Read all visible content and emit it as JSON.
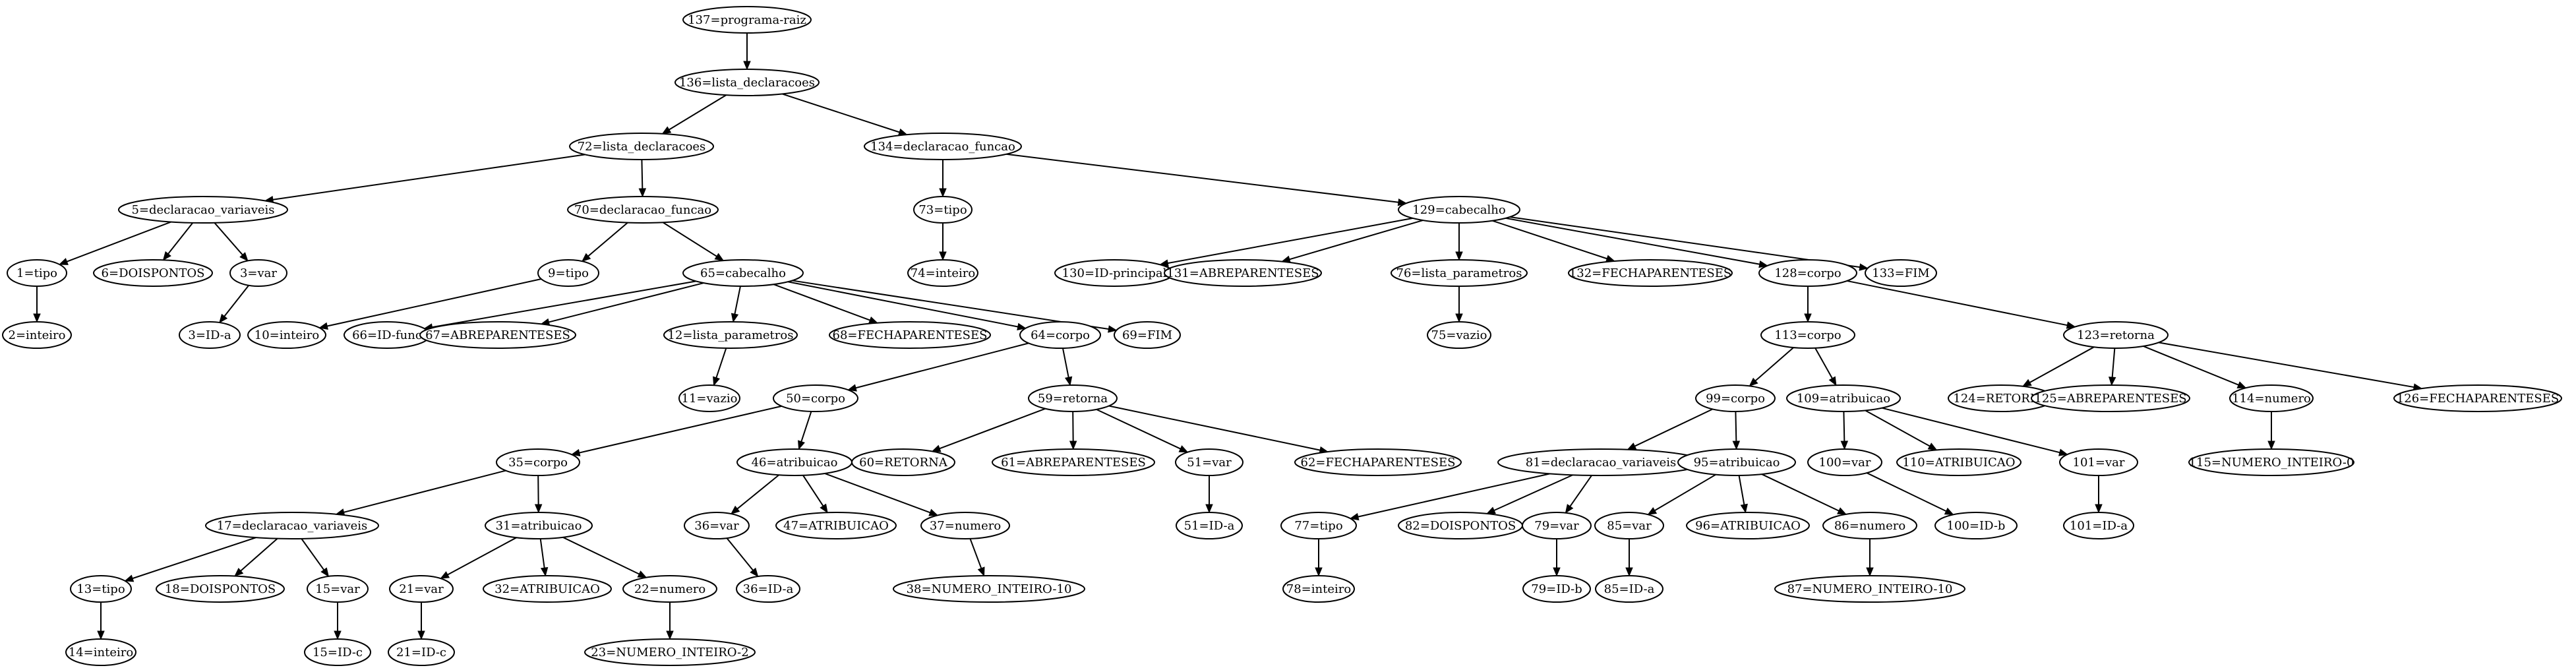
{
  "nodes": [
    {
      "id": "137",
      "label": "137=programa-raiz"
    },
    {
      "id": "136",
      "label": "136=lista_declaracoes"
    },
    {
      "id": "72",
      "label": "72=lista_declaracoes"
    },
    {
      "id": "134",
      "label": "134=declaracao_funcao"
    },
    {
      "id": "5",
      "label": "5=declaracao_variaveis"
    },
    {
      "id": "70",
      "label": "70=declaracao_funcao"
    },
    {
      "id": "73",
      "label": "73=tipo"
    },
    {
      "id": "129",
      "label": "129=cabecalho"
    },
    {
      "id": "1",
      "label": "1=tipo"
    },
    {
      "id": "6",
      "label": "6=DOISPONTOS"
    },
    {
      "id": "3",
      "label": "3=var"
    },
    {
      "id": "9",
      "label": "9=tipo"
    },
    {
      "id": "65",
      "label": "65=cabecalho"
    },
    {
      "id": "74",
      "label": "74=inteiro"
    },
    {
      "id": "130",
      "label": "130=ID-principal"
    },
    {
      "id": "131",
      "label": "131=ABREPARENTESES"
    },
    {
      "id": "76",
      "label": "76=lista_parametros"
    },
    {
      "id": "132",
      "label": "132=FECHAPARENTESES"
    },
    {
      "id": "128",
      "label": "128=corpo"
    },
    {
      "id": "133",
      "label": "133=FIM"
    },
    {
      "id": "2",
      "label": "2=inteiro"
    },
    {
      "id": "4",
      "label": "3=ID-a"
    },
    {
      "id": "10",
      "label": "10=inteiro"
    },
    {
      "id": "66",
      "label": "66=ID-func"
    },
    {
      "id": "67",
      "label": "67=ABREPARENTESES"
    },
    {
      "id": "12",
      "label": "12=lista_parametros"
    },
    {
      "id": "68",
      "label": "68=FECHAPARENTESES"
    },
    {
      "id": "64",
      "label": "64=corpo"
    },
    {
      "id": "69",
      "label": "69=FIM"
    },
    {
      "id": "75",
      "label": "75=vazio"
    },
    {
      "id": "113",
      "label": "113=corpo"
    },
    {
      "id": "123",
      "label": "123=retorna"
    },
    {
      "id": "11",
      "label": "11=vazio"
    },
    {
      "id": "50",
      "label": "50=corpo"
    },
    {
      "id": "59",
      "label": "59=retorna"
    },
    {
      "id": "99",
      "label": "99=corpo"
    },
    {
      "id": "109",
      "label": "109=atribuicao"
    },
    {
      "id": "124",
      "label": "124=RETORNA"
    },
    {
      "id": "125",
      "label": "125=ABREPARENTESES"
    },
    {
      "id": "114",
      "label": "114=numero"
    },
    {
      "id": "126",
      "label": "126=FECHAPARENTESES"
    },
    {
      "id": "35",
      "label": "35=corpo"
    },
    {
      "id": "46",
      "label": "46=atribuicao"
    },
    {
      "id": "60",
      "label": "60=RETORNA"
    },
    {
      "id": "61",
      "label": "61=ABREPARENTESES"
    },
    {
      "id": "51",
      "label": "51=var"
    },
    {
      "id": "62",
      "label": "62=FECHAPARENTESES"
    },
    {
      "id": "81",
      "label": "81=declaracao_variaveis"
    },
    {
      "id": "95",
      "label": "95=atribuicao"
    },
    {
      "id": "100",
      "label": "100=var"
    },
    {
      "id": "110",
      "label": "110=ATRIBUICAO"
    },
    {
      "id": "101",
      "label": "101=var"
    },
    {
      "id": "115",
      "label": "115=NUMERO_INTEIRO-0"
    },
    {
      "id": "17",
      "label": "17=declaracao_variaveis"
    },
    {
      "id": "31",
      "label": "31=atribuicao"
    },
    {
      "id": "36",
      "label": "36=var"
    },
    {
      "id": "47",
      "label": "47=ATRIBUICAO"
    },
    {
      "id": "37",
      "label": "37=numero"
    },
    {
      "id": "52",
      "label": "51=ID-a"
    },
    {
      "id": "77",
      "label": "77=tipo"
    },
    {
      "id": "82",
      "label": "82=DOISPONTOS"
    },
    {
      "id": "79",
      "label": "79=var"
    },
    {
      "id": "85",
      "label": "85=var"
    },
    {
      "id": "96",
      "label": "96=ATRIBUICAO"
    },
    {
      "id": "86",
      "label": "86=numero"
    },
    {
      "id": "100b",
      "label": "100=ID-b"
    },
    {
      "id": "101b",
      "label": "101=ID-a"
    },
    {
      "id": "13",
      "label": "13=tipo"
    },
    {
      "id": "18",
      "label": "18=DOISPONTOS"
    },
    {
      "id": "15",
      "label": "15=var"
    },
    {
      "id": "21",
      "label": "21=var"
    },
    {
      "id": "32",
      "label": "32=ATRIBUICAO"
    },
    {
      "id": "22",
      "label": "22=numero"
    },
    {
      "id": "36b",
      "label": "36=ID-a"
    },
    {
      "id": "38",
      "label": "38=NUMERO_INTEIRO-10"
    },
    {
      "id": "78",
      "label": "78=inteiro"
    },
    {
      "id": "79b",
      "label": "79=ID-b"
    },
    {
      "id": "85b",
      "label": "85=ID-a"
    },
    {
      "id": "87",
      "label": "87=NUMERO_INTEIRO-10"
    },
    {
      "id": "14",
      "label": "14=inteiro"
    },
    {
      "id": "15b",
      "label": "15=ID-c"
    },
    {
      "id": "21b",
      "label": "21=ID-c"
    },
    {
      "id": "23",
      "label": "23=NUMERO_INTEIRO-2"
    }
  ],
  "edges": [
    [
      "137",
      "136"
    ],
    [
      "136",
      "72"
    ],
    [
      "136",
      "134"
    ],
    [
      "72",
      "5"
    ],
    [
      "72",
      "70"
    ],
    [
      "134",
      "73"
    ],
    [
      "134",
      "129"
    ],
    [
      "5",
      "1"
    ],
    [
      "5",
      "6"
    ],
    [
      "5",
      "3"
    ],
    [
      "70",
      "9"
    ],
    [
      "70",
      "65"
    ],
    [
      "73",
      "74"
    ],
    [
      "129",
      "130"
    ],
    [
      "129",
      "131"
    ],
    [
      "129",
      "76"
    ],
    [
      "129",
      "132"
    ],
    [
      "129",
      "128"
    ],
    [
      "129",
      "133"
    ],
    [
      "1",
      "2"
    ],
    [
      "3",
      "4"
    ],
    [
      "9",
      "10"
    ],
    [
      "65",
      "66"
    ],
    [
      "65",
      "67"
    ],
    [
      "65",
      "12"
    ],
    [
      "65",
      "68"
    ],
    [
      "65",
      "64"
    ],
    [
      "65",
      "69"
    ],
    [
      "76",
      "75"
    ],
    [
      "128",
      "113"
    ],
    [
      "128",
      "123"
    ],
    [
      "12",
      "11"
    ],
    [
      "64",
      "50"
    ],
    [
      "64",
      "59"
    ],
    [
      "113",
      "99"
    ],
    [
      "113",
      "109"
    ],
    [
      "123",
      "124"
    ],
    [
      "123",
      "125"
    ],
    [
      "123",
      "114"
    ],
    [
      "123",
      "126"
    ],
    [
      "50",
      "35"
    ],
    [
      "50",
      "46"
    ],
    [
      "59",
      "60"
    ],
    [
      "59",
      "61"
    ],
    [
      "59",
      "51"
    ],
    [
      "59",
      "62"
    ],
    [
      "99",
      "81"
    ],
    [
      "99",
      "95"
    ],
    [
      "109",
      "100"
    ],
    [
      "109",
      "110"
    ],
    [
      "109",
      "101"
    ],
    [
      "114",
      "115"
    ],
    [
      "35",
      "17"
    ],
    [
      "35",
      "31"
    ],
    [
      "46",
      "36"
    ],
    [
      "46",
      "47"
    ],
    [
      "46",
      "37"
    ],
    [
      "51",
      "52"
    ],
    [
      "81",
      "77"
    ],
    [
      "81",
      "82"
    ],
    [
      "81",
      "79"
    ],
    [
      "95",
      "85"
    ],
    [
      "95",
      "96"
    ],
    [
      "95",
      "86"
    ],
    [
      "100",
      "100b"
    ],
    [
      "101",
      "101b"
    ],
    [
      "17",
      "13"
    ],
    [
      "17",
      "18"
    ],
    [
      "17",
      "15"
    ],
    [
      "31",
      "21"
    ],
    [
      "31",
      "32"
    ],
    [
      "31",
      "22"
    ],
    [
      "36",
      "36b"
    ],
    [
      "37",
      "38"
    ],
    [
      "77",
      "78"
    ],
    [
      "79",
      "79b"
    ],
    [
      "85",
      "85b"
    ],
    [
      "86",
      "87"
    ],
    [
      "13",
      "14"
    ],
    [
      "15",
      "15b"
    ],
    [
      "21",
      "21b"
    ],
    [
      "22",
      "23"
    ]
  ]
}
